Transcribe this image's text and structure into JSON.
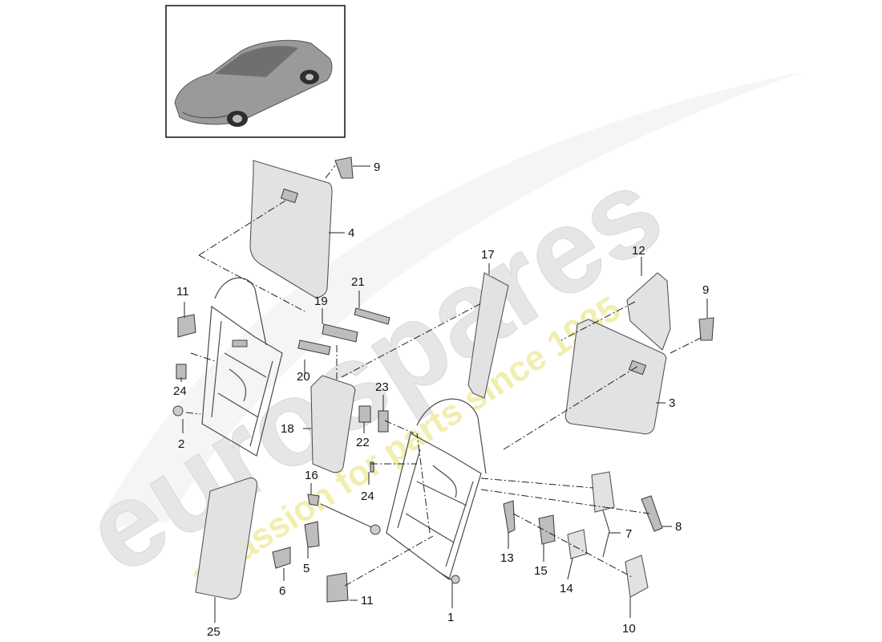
{
  "watermark": {
    "brand": "eurospares",
    "slogan": "a passion for parts since 1985",
    "brand_color": "#e8e8e8",
    "slogan_color": "#f3f0b8"
  },
  "thumbnail": {
    "icon": "car-icon"
  },
  "callouts": [
    {
      "id": "c1",
      "label": "1"
    },
    {
      "id": "c2",
      "label": "2"
    },
    {
      "id": "c3",
      "label": "3"
    },
    {
      "id": "c4",
      "label": "4"
    },
    {
      "id": "c5",
      "label": "5"
    },
    {
      "id": "c6",
      "label": "6"
    },
    {
      "id": "c7",
      "label": "7"
    },
    {
      "id": "c8",
      "label": "8"
    },
    {
      "id": "c9a",
      "label": "9"
    },
    {
      "id": "c9b",
      "label": "9"
    },
    {
      "id": "c10",
      "label": "10"
    },
    {
      "id": "c11a",
      "label": "11"
    },
    {
      "id": "c11b",
      "label": "11"
    },
    {
      "id": "c12",
      "label": "12"
    },
    {
      "id": "c13",
      "label": "13"
    },
    {
      "id": "c14",
      "label": "14"
    },
    {
      "id": "c15",
      "label": "15"
    },
    {
      "id": "c16",
      "label": "16"
    },
    {
      "id": "c17",
      "label": "17"
    },
    {
      "id": "c18",
      "label": "18"
    },
    {
      "id": "c19",
      "label": "19"
    },
    {
      "id": "c20",
      "label": "20"
    },
    {
      "id": "c21",
      "label": "21"
    },
    {
      "id": "c22",
      "label": "22"
    },
    {
      "id": "c23",
      "label": "23"
    },
    {
      "id": "c24a",
      "label": "24"
    },
    {
      "id": "c24b",
      "label": "24"
    },
    {
      "id": "c25",
      "label": "25"
    }
  ]
}
